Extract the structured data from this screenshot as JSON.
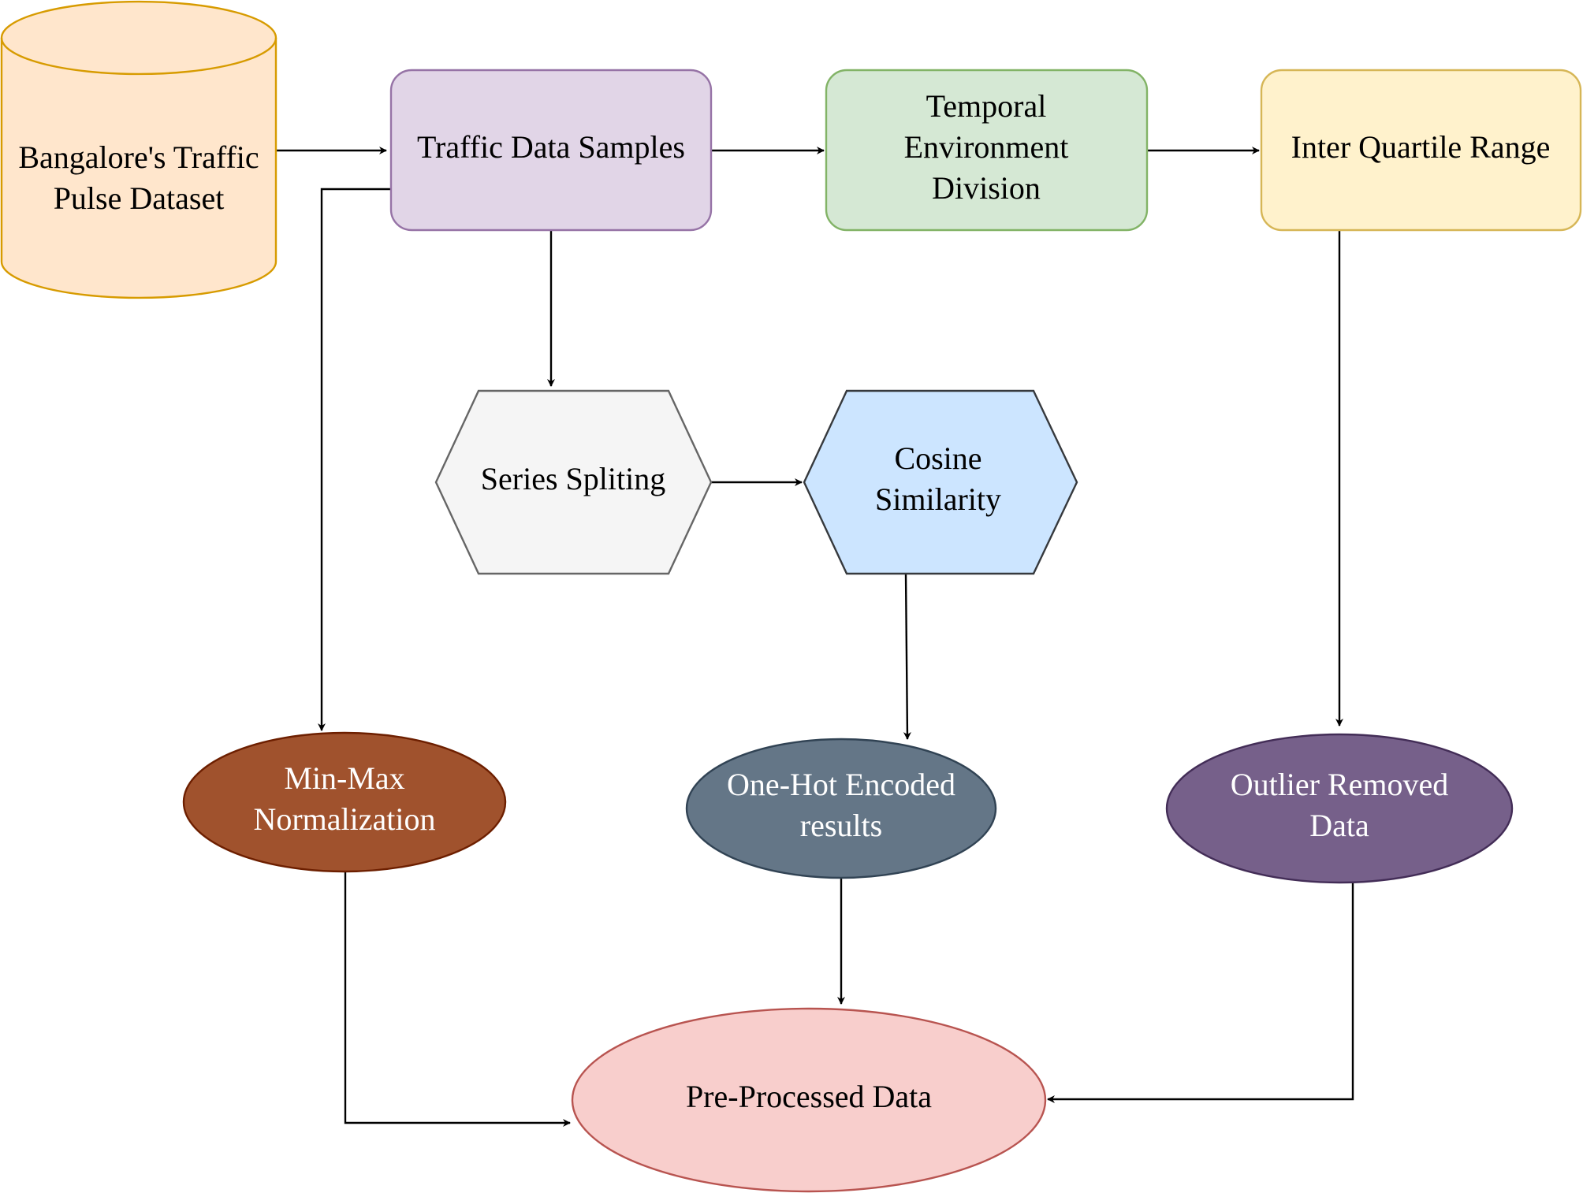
{
  "diagram": {
    "nodes": {
      "dataset": {
        "lines": [
          "Bangalore's Traffic",
          "Pulse Dataset"
        ],
        "shape": "cylinder",
        "fill": "#FFE6CC",
        "stroke": "#D79B00"
      },
      "samples": {
        "lines": [
          "Traffic Data Samples"
        ],
        "shape": "rounded-rect",
        "fill": "#E1D5E7",
        "stroke": "#9673A6"
      },
      "temporal": {
        "lines": [
          "Temporal",
          "Environment",
          "Division"
        ],
        "shape": "rounded-rect",
        "fill": "#D5E8D4",
        "stroke": "#82B366"
      },
      "iqr": {
        "lines": [
          "Inter Quartile Range"
        ],
        "shape": "rounded-rect",
        "fill": "#FFF2CC",
        "stroke": "#D6B656"
      },
      "series": {
        "lines": [
          "Series Spliting"
        ],
        "shape": "hexagon",
        "fill": "#F5F5F5",
        "stroke": "#666666"
      },
      "cosine": {
        "lines": [
          "Cosine",
          "Similarity"
        ],
        "shape": "hexagon",
        "fill": "#CCE5FF",
        "stroke": "#36393D"
      },
      "minmax": {
        "lines": [
          "Min-Max",
          "Normalization"
        ],
        "shape": "ellipse",
        "fill": "#A0522D",
        "stroke": "#6D1F00"
      },
      "onehot": {
        "lines": [
          "One-Hot Encoded",
          "results"
        ],
        "shape": "ellipse",
        "fill": "#647687",
        "stroke": "#314354"
      },
      "outlier": {
        "lines": [
          "Outlier Removed",
          "Data"
        ],
        "shape": "ellipse",
        "fill": "#76608A",
        "stroke": "#432D57"
      },
      "preprocessed": {
        "lines": [
          "Pre-Processed Data"
        ],
        "shape": "ellipse",
        "fill": "#F8CECC",
        "stroke": "#B85450"
      }
    },
    "edges": [
      {
        "from": "dataset",
        "to": "samples"
      },
      {
        "from": "samples",
        "to": "temporal"
      },
      {
        "from": "temporal",
        "to": "iqr"
      },
      {
        "from": "samples",
        "to": "series"
      },
      {
        "from": "series",
        "to": "cosine"
      },
      {
        "from": "samples",
        "to": "minmax"
      },
      {
        "from": "cosine",
        "to": "onehot"
      },
      {
        "from": "iqr",
        "to": "outlier"
      },
      {
        "from": "onehot",
        "to": "preprocessed"
      },
      {
        "from": "minmax",
        "to": "preprocessed"
      },
      {
        "from": "outlier",
        "to": "preprocessed"
      }
    ]
  }
}
